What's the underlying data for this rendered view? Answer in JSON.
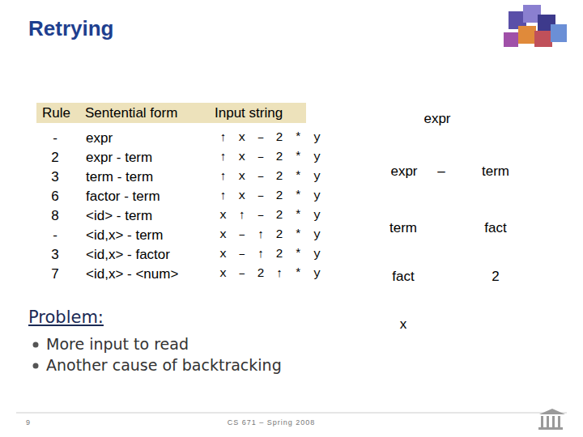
{
  "diagram": {
    "title": "Retrying",
    "labels": [
      "Rule",
      "Sentential form",
      "Input string",
      "-",
      "expr",
      "↑ x – 2 * y",
      "2",
      "expr - term",
      "↑ x – 2 * y",
      "3",
      "term - term",
      "↑ x – 2 * y",
      "6",
      "factor - term",
      "↑ x – 2 * y",
      "8",
      "<id> - term",
      "x ↑ – 2 * y",
      "-",
      "<id,x> - term",
      "x – ↑ 2 * y",
      "3",
      "<id,x> - factor",
      "x – ↑ 2 * y",
      "7",
      "<id,x> - <num>",
      "x – 2 ↑ * y",
      "expr",
      "expr",
      "–",
      "term",
      "term",
      "fact",
      "fact",
      "2",
      "x",
      "Problem:",
      "More input to read",
      "Another cause of backtracking",
      "CS 671 – Spring 2008",
      "9"
    ]
  }
}
